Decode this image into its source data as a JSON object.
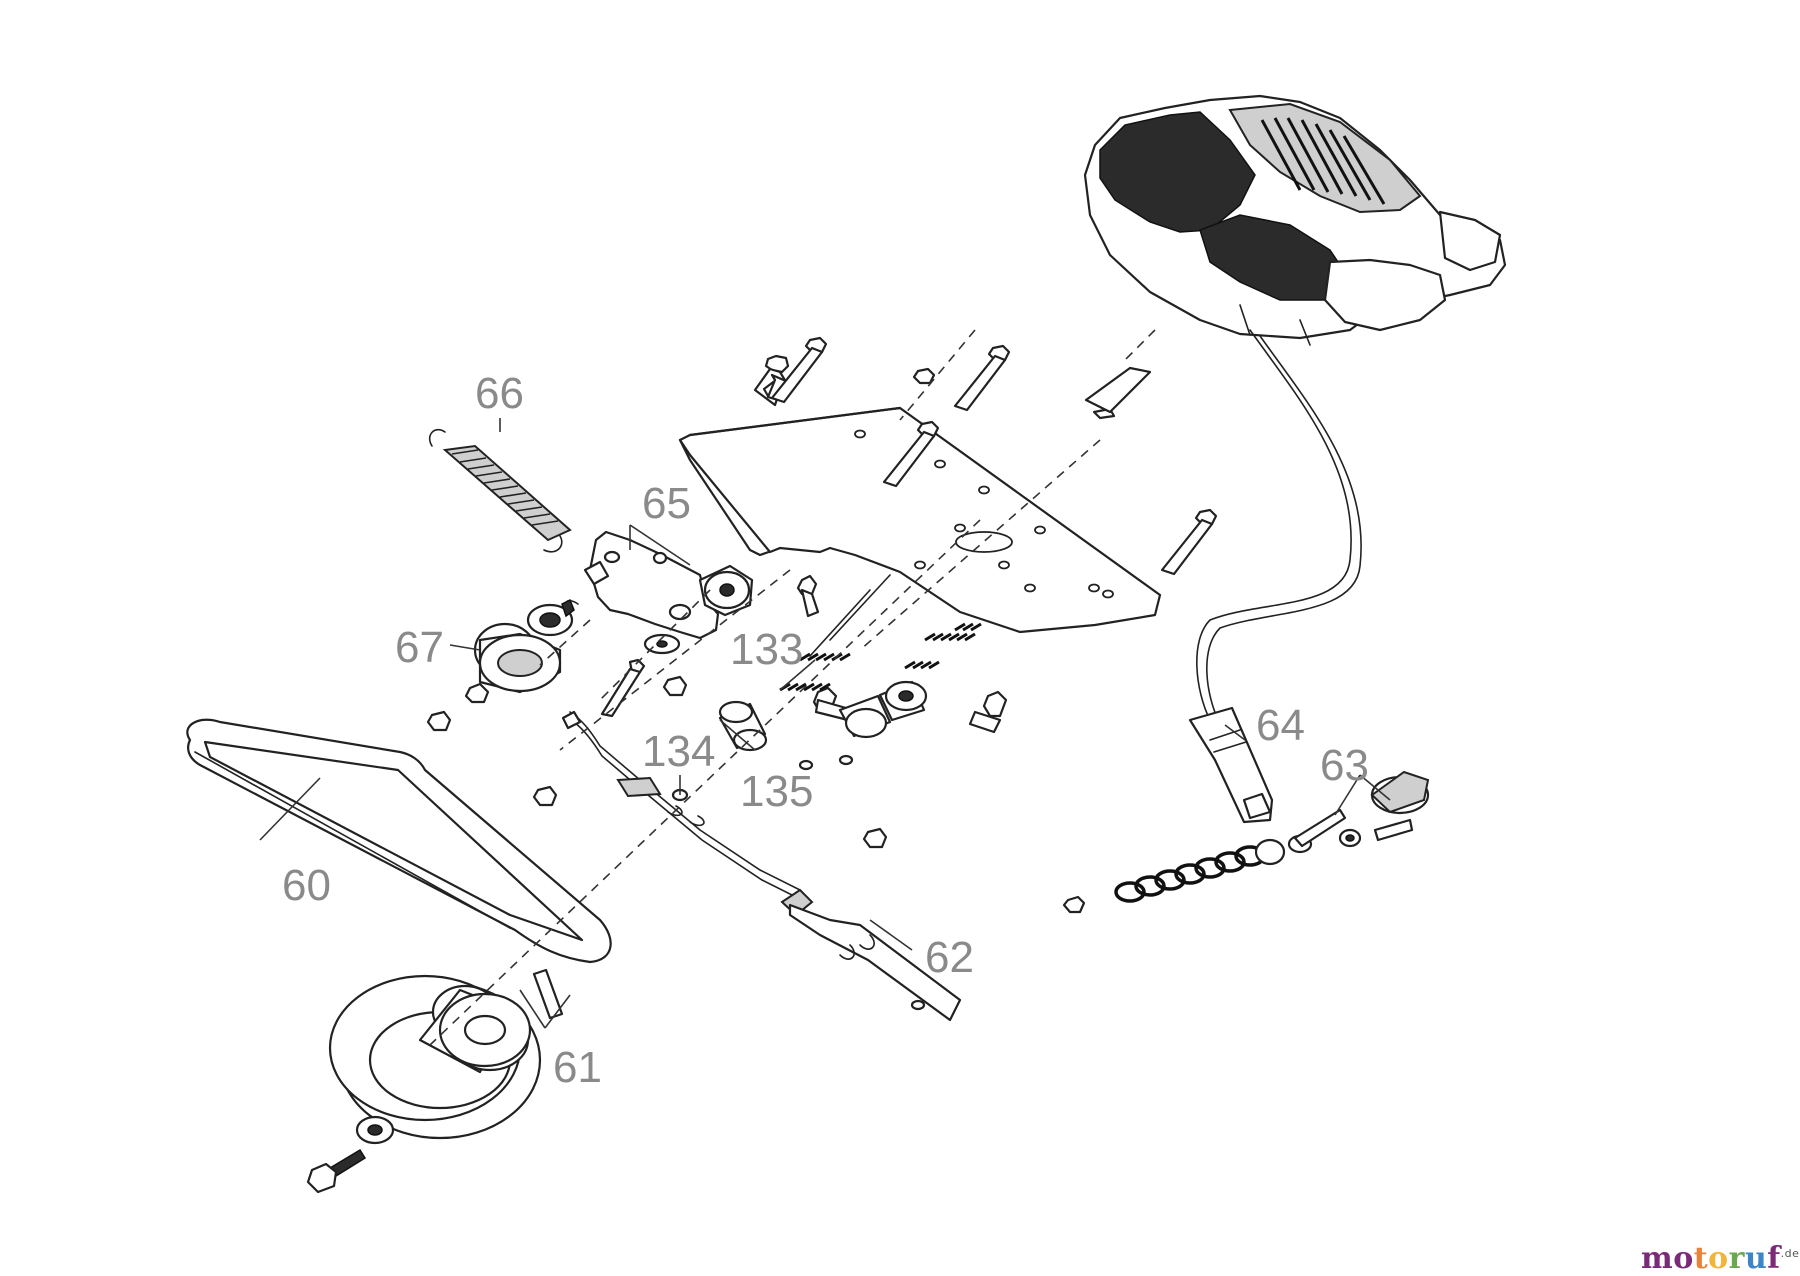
{
  "diagram": {
    "callouts": {
      "c60": "60",
      "c61": "61",
      "c62": "62",
      "c63": "63",
      "c64": "64",
      "c65": "65",
      "c66": "66",
      "c67": "67",
      "c133": "133",
      "c134": "134",
      "c135": "135"
    }
  },
  "watermark": {
    "letters": [
      "m",
      "o",
      "t",
      "o",
      "r",
      "u",
      "f"
    ],
    "colors": [
      "#7b2a78",
      "#7b2a78",
      "#e8833a",
      "#f2b53a",
      "#6aa84f",
      "#3d85c6",
      "#7b2a78"
    ],
    "suffix": ".de"
  }
}
